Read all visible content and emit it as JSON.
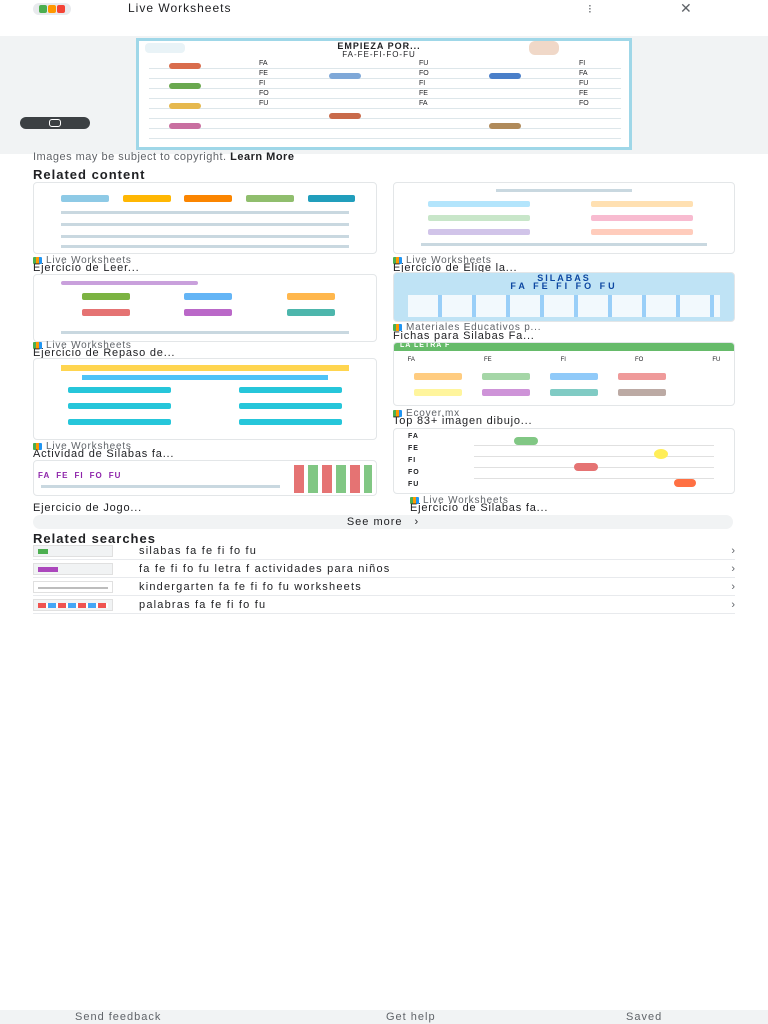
{
  "top_bar": {
    "title": "Live Worksheets",
    "menu_glyph": "⁝",
    "close_glyph": "✕",
    "logo_colors": [
      "#4caf50",
      "#ff9800",
      "#f44336"
    ]
  },
  "hero": {
    "header_text": "EMPIEZA POR...",
    "subheader": "FA-FE-FI-FO-FU",
    "columns": [
      "FA",
      "FE",
      "FI",
      "FO",
      "FU"
    ],
    "copyright_text": "Images may be subject to copyright.",
    "learn_more": "Learn More"
  },
  "related_content": {
    "title": "Related content",
    "left": [
      {
        "source": "Live Worksheets",
        "caption": "Ejercicio de Leer..."
      },
      {
        "source": "Live Worksheets",
        "caption": "Ejercicio de Repaso de..."
      },
      {
        "source": "Live Worksheets",
        "caption": "Actividad de Silabas fa..."
      },
      {
        "source": "",
        "caption": "Ejercicio de Jogo..."
      }
    ],
    "right": [
      {
        "source": "Live Worksheets",
        "caption": "Ejercicio de Elige la..."
      },
      {
        "source": "Materiales Educativos p...",
        "caption": "Fichas para Silabas Fa..."
      },
      {
        "source": "Ecover.mx",
        "caption": "Top 83+ imagen dibujo..."
      },
      {
        "source": "Live Worksheets",
        "caption": "Ejercicio de Silabas fa..."
      }
    ],
    "thumb_banners": {
      "silabas_title": "SILABAS",
      "silabas_sub": "FA FE FI FO FU",
      "letra_title": "LA LETRA F",
      "word_list": [
        "FA",
        "FE",
        "FI",
        "FO",
        "FU"
      ]
    }
  },
  "see_more": {
    "label": "See more",
    "chevron": "›"
  },
  "related_searches": {
    "title": "Related searches",
    "items": [
      "silabas fa fe fi fo fu",
      "fa fe fi fo fu letra f actividades para niños",
      "kindergarten fa fe fi fo fu worksheets",
      "palabras fa fe fi fo fu"
    ],
    "chevron": "›"
  },
  "footer": {
    "send_feedback": "Send feedback",
    "get_help": "Get help",
    "saved": "Saved"
  }
}
